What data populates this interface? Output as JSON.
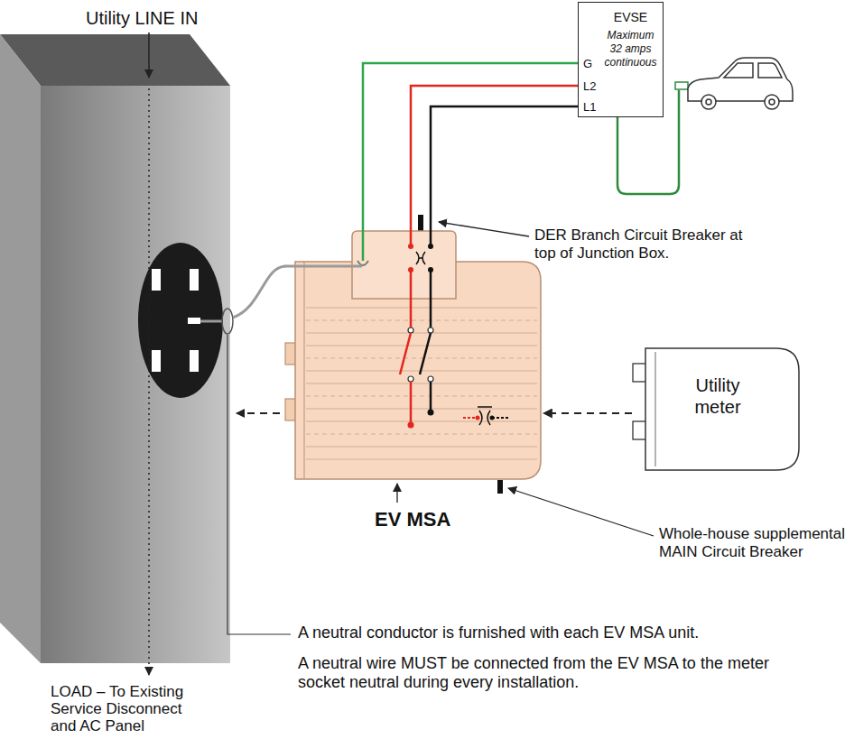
{
  "diagram": {
    "nodes": [
      {
        "text": [
          "EVSE",
          "Maximum 32 amps continuous"
        ]
      },
      {
        "text": [
          "EV MSA"
        ]
      },
      {
        "text": [
          "Utility meter"
        ]
      }
    ],
    "edges": [
      {
        "from": 0,
        "to": 1,
        "arrow": "none",
        "label": "G"
      },
      {
        "from": 0,
        "to": 1,
        "arrow": "none",
        "label": "L2"
      },
      {
        "from": 0,
        "to": 1,
        "arrow": "none",
        "label": "L1"
      },
      {
        "from": 2,
        "to": 1,
        "arrow": "to"
      }
    ],
    "labels": [
      "Utility LINE IN",
      "DER Branch Circuit Breaker at top of Junction Box.",
      "Whole-house supplemental MAIN Circuit Breaker",
      "A neutral conductor is furnished with each EV MSA unit.",
      "A neutral wire MUST be connected from the EV MSA to the meter socket neutral during every installation.",
      "LOAD – To Existing Service Disconnect and AC Panel"
    ]
  }
}
